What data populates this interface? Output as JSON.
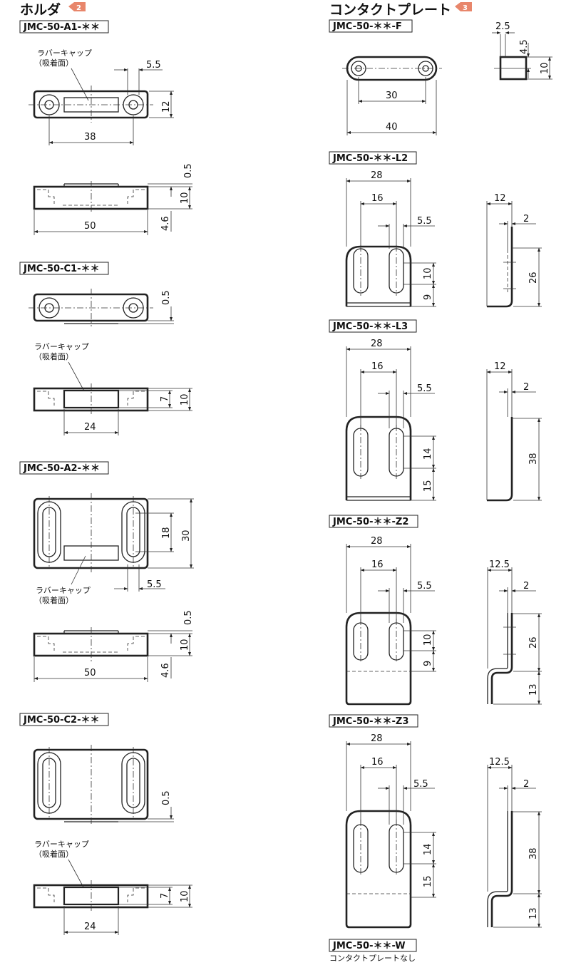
{
  "sections": {
    "holder": {
      "title": "ホルダ",
      "badge": "2"
    },
    "contact_plate": {
      "title": "コンタクトプレート",
      "badge": "3"
    }
  },
  "colors": {
    "badge": "#e8866b",
    "line": "#222222"
  },
  "rubber_cap_label": [
    "ラバーキャップ",
    "（吸着面）"
  ],
  "holders": {
    "a1": {
      "model": "JMC-50-A1-＊＊",
      "dims": {
        "slot": "5.5",
        "height": "12",
        "pitch": "38",
        "gap": "0.5",
        "thick": "10",
        "step": "4.6",
        "length": "50"
      }
    },
    "c1": {
      "model": "JMC-50-C1-＊＊",
      "dims": {
        "gap": "0.5",
        "cap_h": "7",
        "thick": "10",
        "cap_w": "24"
      }
    },
    "a2": {
      "model": "JMC-50-A2-＊＊",
      "dims": {
        "slot_len": "18",
        "height": "30",
        "slot": "5.5",
        "gap": "0.5",
        "thick": "10",
        "step": "4.6",
        "length": "50"
      }
    },
    "c2": {
      "model": "JMC-50-C2-＊＊",
      "dims": {
        "gap": "0.5",
        "cap_h": "7",
        "thick": "10",
        "cap_w": "24"
      }
    }
  },
  "plates": {
    "f": {
      "model": "JMC-50-＊＊-F",
      "dims": {
        "pitch": "30",
        "length": "40",
        "t": "2.5",
        "h1": "4.5",
        "h2": "10"
      }
    },
    "l2": {
      "model": "JMC-50-＊＊-L2",
      "dims": {
        "width": "28",
        "pitch": "16",
        "slot": "5.5",
        "slot_len": "10",
        "bottom": "9",
        "depth": "12",
        "t": "2",
        "height": "26"
      }
    },
    "l3": {
      "model": "JMC-50-＊＊-L3",
      "dims": {
        "width": "28",
        "pitch": "16",
        "slot": "5.5",
        "slot_len": "14",
        "bottom": "15",
        "depth": "12",
        "t": "2",
        "height": "38"
      }
    },
    "z2": {
      "model": "JMC-50-＊＊-Z2",
      "dims": {
        "width": "28",
        "pitch": "16",
        "slot": "5.5",
        "slot_len": "10",
        "bottom": "9",
        "depth": "12.5",
        "t": "2",
        "height": "26",
        "offset": "13"
      }
    },
    "z3": {
      "model": "JMC-50-＊＊-Z3",
      "dims": {
        "width": "28",
        "pitch": "16",
        "slot": "5.5",
        "slot_len": "14",
        "bottom": "15",
        "depth": "12.5",
        "t": "2",
        "height": "38",
        "offset": "13"
      }
    },
    "w": {
      "model": "JMC-50-＊＊-W",
      "note": "コンタクトプレートなし"
    }
  }
}
